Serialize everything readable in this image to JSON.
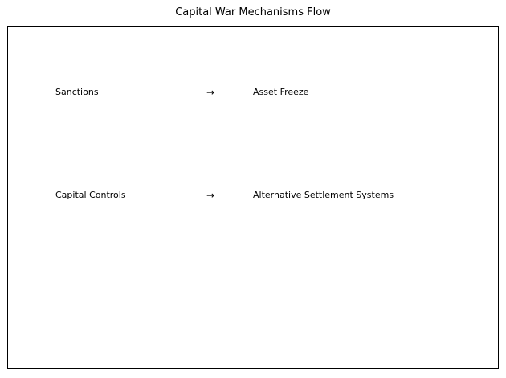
{
  "figure": {
    "title": "Capital War Mechanisms Flow",
    "background_color": "#ffffff",
    "border_color": "#000000",
    "text_color": "#000000"
  },
  "chart_data": {
    "type": "diagram",
    "title": "Capital War Mechanisms Flow",
    "xlabel": "",
    "ylabel": "",
    "grid": false,
    "legend": null,
    "arrow_glyph": "→",
    "flows": [
      {
        "source": "Sanctions",
        "arrow": "→",
        "target": "Asset Freeze"
      },
      {
        "source": "Capital Controls",
        "arrow": "→",
        "target": "Alternative Settlement Systems"
      }
    ]
  }
}
